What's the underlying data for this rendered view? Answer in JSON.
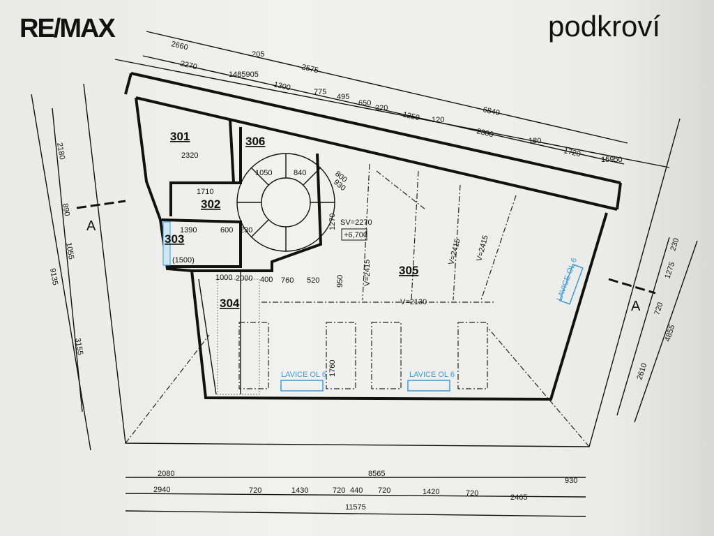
{
  "header": {
    "logo": "RE/MAX",
    "title": "podkroví"
  },
  "rooms": [
    "301",
    "302",
    "303",
    "304",
    "305",
    "306"
  ],
  "labels": {
    "sv": "SV=2270",
    "level": "+6,700",
    "v2130": "V=2130",
    "v2415": "V=2415",
    "bench": "LAVICE OL 6",
    "section": "A",
    "bath_len": "(1500)"
  },
  "dims_top": [
    "2660",
    "205",
    "2575",
    "2270",
    "1485905",
    "1300",
    "775",
    "495",
    "650",
    "220",
    "1250",
    "120",
    "6840",
    "2300",
    "180",
    "1720",
    "15950"
  ],
  "dims_inner": [
    "2320",
    "1050",
    "840",
    "800",
    "930",
    "1710",
    "1390",
    "600",
    "230",
    "1270",
    "1000",
    "2000",
    "400",
    "760",
    "520",
    "950",
    "1760"
  ],
  "dims_left": [
    "2180",
    "890",
    "1055",
    "9135",
    "3155"
  ],
  "dims_right": [
    "230",
    "1275",
    "720",
    "4855",
    "2610"
  ],
  "dims_bottom": [
    "2080",
    "8565",
    "930",
    "2940",
    "720",
    "1430",
    "720",
    "440",
    "720",
    "1420",
    "720",
    "2465",
    "11575"
  ]
}
